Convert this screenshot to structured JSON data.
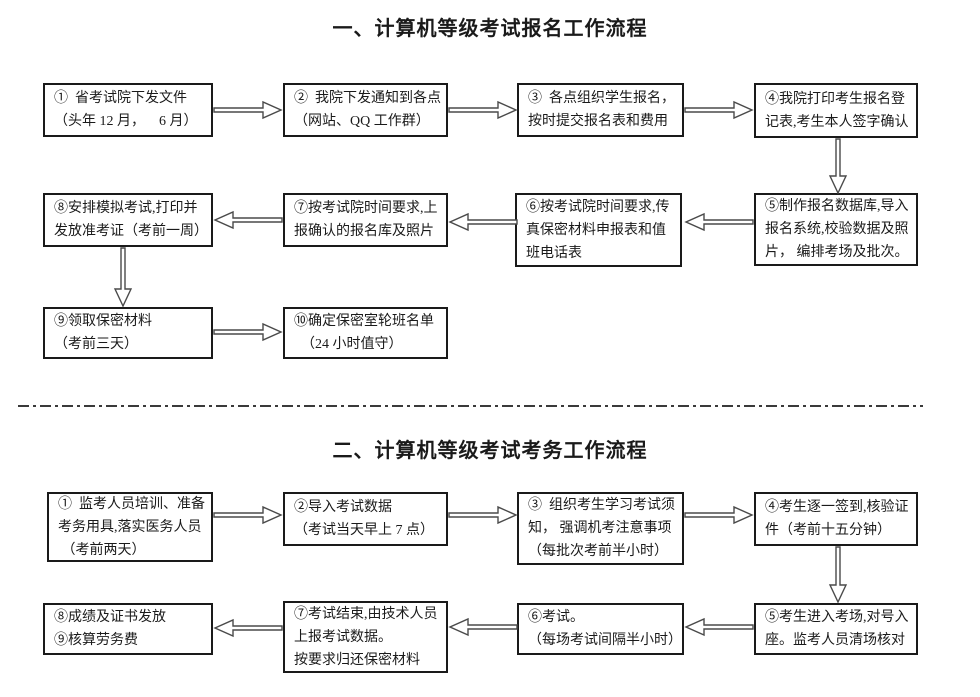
{
  "colors": {
    "background": "#ffffff",
    "box_border": "#1a1a1a",
    "arrow_outline": "#4a4a4a",
    "text": "#1a1a1a",
    "divider": "#3a3a3a"
  },
  "sections": [
    {
      "title": "一、计算机等级考试报名工作流程",
      "boxes": [
        {
          "text": "①  省考试院下发文件\n（头年 12 月，    6 月）"
        },
        {
          "text": "②  我院下发通知到各点\n（网站、QQ 工作群）"
        },
        {
          "text": "③  各点组织学生报名，\n按时提交报名表和费用"
        },
        {
          "text": "④我院打印考生报名登\n记表,考生本人签字确认"
        },
        {
          "text": "⑤制作报名数据库,导入\n报名系统,校验数据及照\n片， 编排考场及批次。"
        },
        {
          "text": "⑥按考试院时间要求,传\n真保密材料申报表和值\n班电话表"
        },
        {
          "text": "⑦按考试院时间要求,上\n报确认的报名库及照片"
        },
        {
          "text": "⑧安排模拟考试,打印并\n发放准考证（考前一周）"
        },
        {
          "text": "⑨领取保密材料\n（考前三天）"
        },
        {
          "text": "⑩确定保密室轮班名单\n  （24 小时值守）"
        }
      ]
    },
    {
      "title": "二、计算机等级考试考务工作流程",
      "boxes": [
        {
          "text": "①  监考人员培训、准备\n考务用具,落实医务人员\n （考前两天）"
        },
        {
          "text": "②导入考试数据\n（考试当天早上 7 点）"
        },
        {
          "text": "③  组织考生学习考试须\n知， 强调机考注意事项\n（每批次考前半小时）"
        },
        {
          "text": "④考生逐一签到,核验证\n件（考前十五分钟）"
        },
        {
          "text": "⑤考生进入考场,对号入\n座。监考人员清场核对"
        },
        {
          "text": "⑥考试。\n（每场考试间隔半小时）"
        },
        {
          "text": "⑦考试结束,由技术人员\n上报考试数据。\n按要求归还保密材料"
        },
        {
          "text": "⑧成绩及证书发放\n⑨核算劳务费"
        }
      ]
    }
  ]
}
